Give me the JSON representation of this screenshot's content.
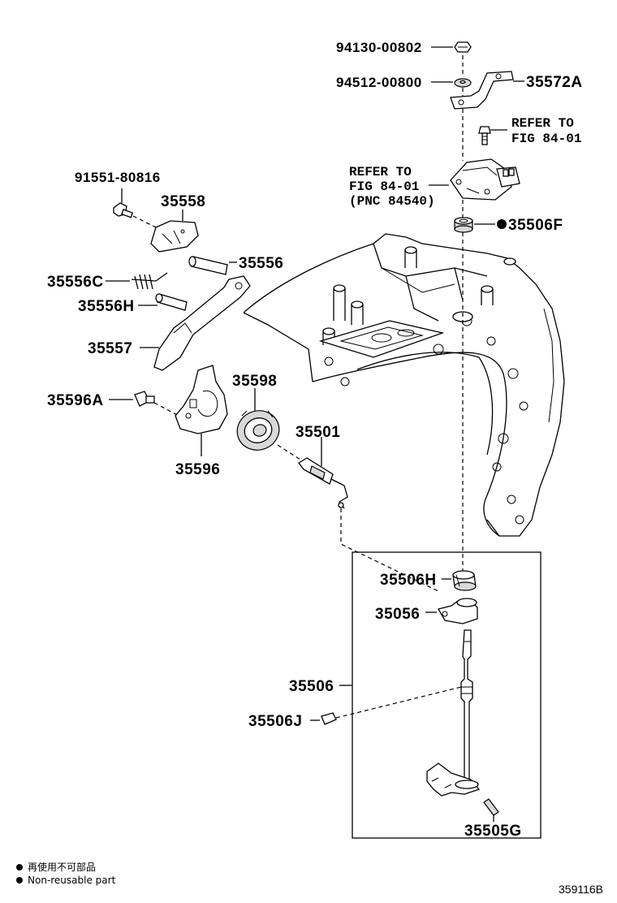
{
  "labels": {
    "p94130": "94130-00802",
    "p94512": "94512-00800",
    "p35572A": "35572A",
    "refer1_line1": "REFER TO",
    "refer1_line2": "FIG 84-01",
    "refer2_line1": "REFER TO",
    "refer2_line2": "FIG 84-01",
    "refer2_line3": "(PNC 84540)",
    "p35506F": "35506F",
    "p91551": "91551-80816",
    "p35558": "35558",
    "p35556": "35556",
    "p35556C": "35556C",
    "p35556H": "35556H",
    "p35557": "35557",
    "p35596A": "35596A",
    "p35598": "35598",
    "p35501": "35501",
    "p35596": "35596",
    "p35506H": "35506H",
    "p35056": "35056",
    "p35506": "35506",
    "p35506J": "35506J",
    "p35505G": "35505G"
  },
  "legend": {
    "line1": "再使用不可部品",
    "line2": "Non-reusable part"
  },
  "figure_code": "359116B"
}
